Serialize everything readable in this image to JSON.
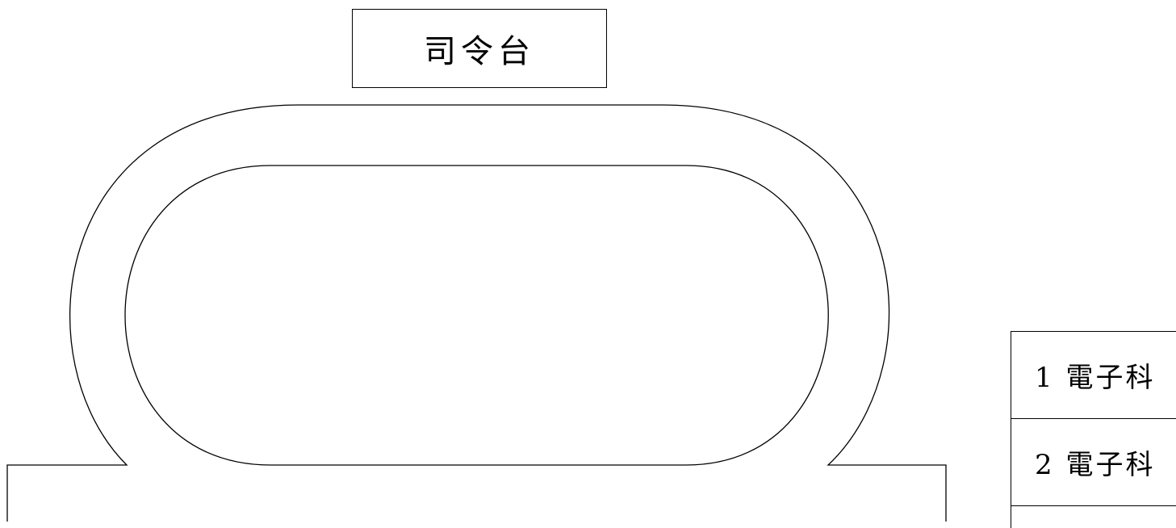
{
  "stage": {
    "label": "司令台"
  },
  "classes": [
    {
      "label": "1 電子科"
    },
    {
      "label": "2 電子科"
    }
  ],
  "colors": {
    "line": "#000000",
    "background": "#ffffff"
  }
}
